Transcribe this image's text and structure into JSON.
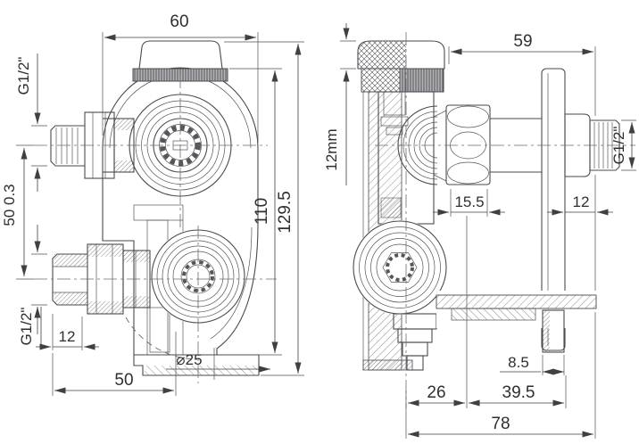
{
  "drawing": {
    "type": "technical-drawing",
    "subject": "concealed thermostatic valve, two orthographic section views",
    "background": "#ffffff",
    "line_color": "#4a4a4f",
    "text_color": "#2e2e33"
  },
  "front_view": {
    "name": "front-view",
    "dims": {
      "width_top": "60",
      "upper_thread": "G1/2\"",
      "center_distance": "50 0.3",
      "lower_thread": "G1/2\"",
      "lower_thread_length": "12",
      "bottom_width": "50",
      "boss_diameter": "⌀25",
      "body_height": "110",
      "overall_height": "129.5"
    }
  },
  "side_view": {
    "name": "side-view",
    "dims": {
      "depth_top": "59",
      "cap_depth": "12mm",
      "outlet_thread": "G1/2\"",
      "cartridge_width": "15.5",
      "outlet_length": "12",
      "tab_width": "8.5",
      "center_offset": "26",
      "plate_offset": "39.5",
      "overall_depth": "78"
    }
  }
}
